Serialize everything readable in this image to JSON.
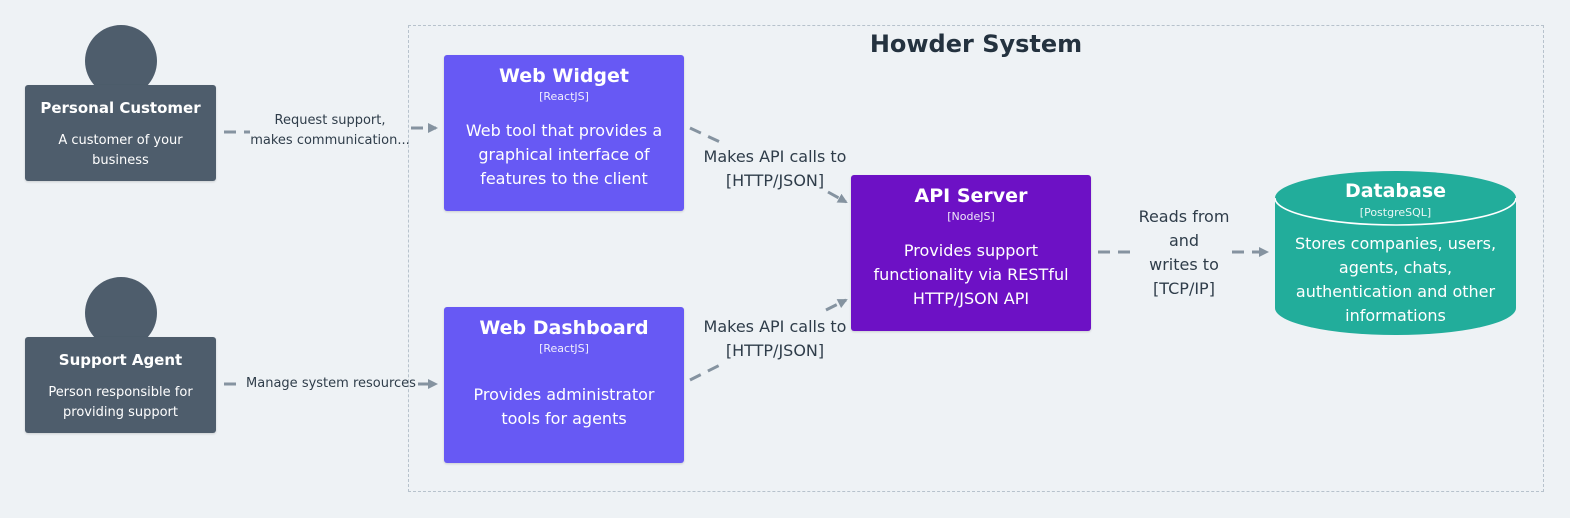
{
  "system": {
    "title": "Howder System"
  },
  "people": {
    "customer": {
      "name": "Personal Customer",
      "description": "A customer of your business"
    },
    "agent": {
      "name": "Support Agent",
      "description": "Person responsible for providing support"
    }
  },
  "containers": {
    "web_widget": {
      "name": "Web Widget",
      "tech": "[ReactJS]",
      "description": "Web tool that provides a graphical interface of features to the client"
    },
    "web_dashboard": {
      "name": "Web Dashboard",
      "tech": "[ReactJS]",
      "description": "Provides administrator tools for agents"
    },
    "api_server": {
      "name": "API Server",
      "tech": "[NodeJS]",
      "description": "Provides support functionality via RESTful HTTP/JSON API"
    },
    "database": {
      "name": "Database",
      "tech": "[PostgreSQL]",
      "description": "Stores companies, users, agents, chats, authentication and other informations"
    }
  },
  "relations": {
    "customer_widget": {
      "line1": "Request support,",
      "line2": "makes communication..."
    },
    "agent_dashboard": {
      "line1": "Manage system resources"
    },
    "widget_api": {
      "line1": "Makes API calls to",
      "line2": "[HTTP/JSON]"
    },
    "dashboard_api": {
      "line1": "Makes API calls to",
      "line2": "[HTTP/JSON]"
    },
    "api_db": {
      "line1": "Reads from",
      "line2": "and",
      "line3": "writes to",
      "line4": "[TCP/IP]"
    }
  },
  "colors": {
    "background": "#eef2f5",
    "person": "#4e5d6c",
    "web_container": "#6759f4",
    "api_container": "#6d11c5",
    "database": "#22ad9b",
    "connector": "#8593a0"
  }
}
